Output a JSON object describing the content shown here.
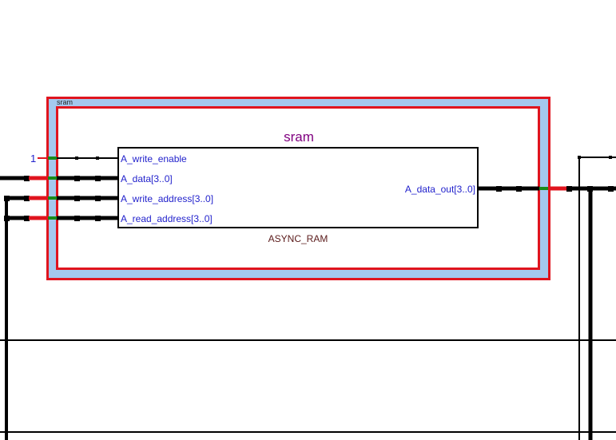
{
  "diagram": {
    "instance_tag": "sram",
    "block_title": "sram",
    "block_type": "ASYNC_RAM",
    "input_ports": [
      {
        "name": "A_write_enable",
        "bus": false,
        "constant": "1"
      },
      {
        "name": "A_data[3..0]",
        "bus": true
      },
      {
        "name": "A_write_address[3..0]",
        "bus": true
      },
      {
        "name": "A_read_address[3..0]",
        "bus": true
      }
    ],
    "output_ports": [
      {
        "name": "A_data_out[3..0]",
        "bus": true
      }
    ],
    "colors": {
      "frame_red": "#e0141e",
      "frame_fill": "#a4c8ee",
      "port_green": "#1a8a1a",
      "port_label": "#2222cc",
      "title_purple": "#800080",
      "type_label": "#5a1a1a",
      "wire": "#000000"
    }
  }
}
